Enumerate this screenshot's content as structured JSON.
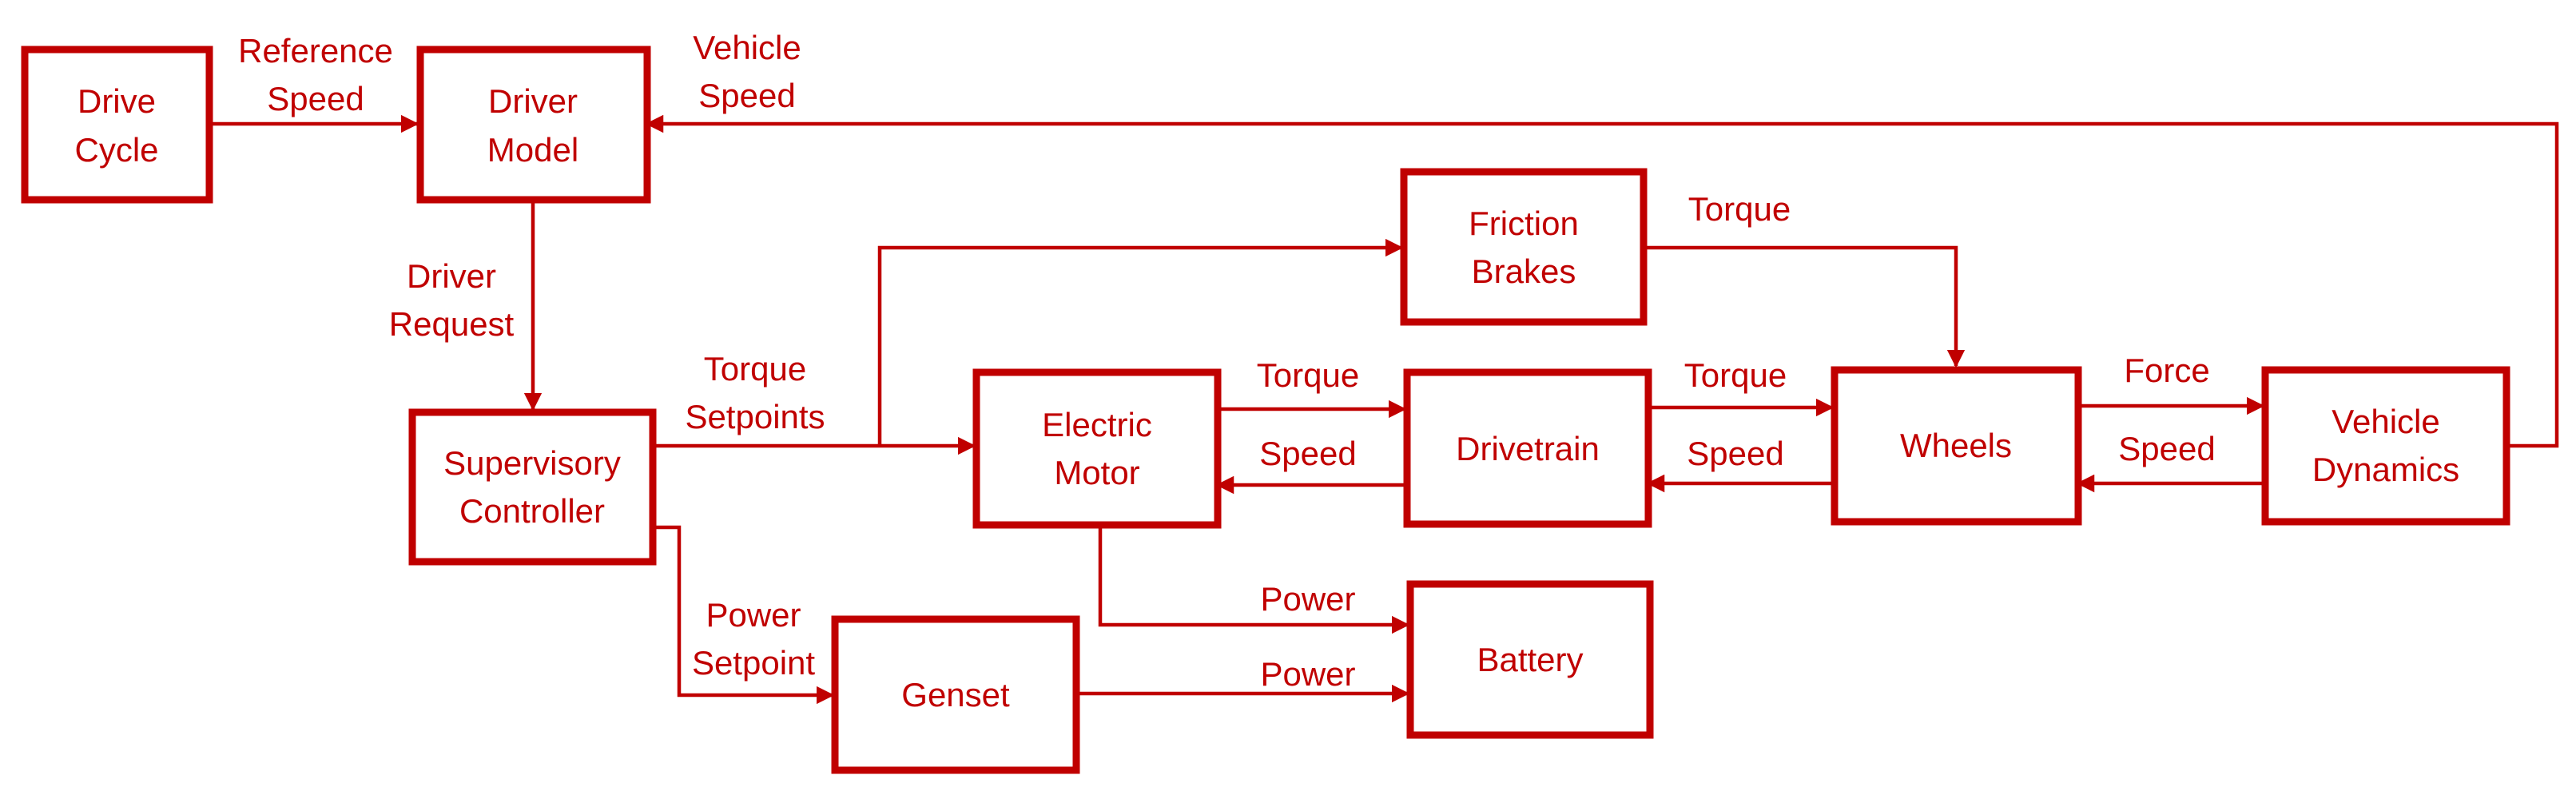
{
  "colors": {
    "accent": "#c00000",
    "background": "#ffffff"
  },
  "blocks": {
    "drive_cycle": [
      "Drive",
      "Cycle"
    ],
    "driver_model": [
      "Driver",
      "Model"
    ],
    "supervisory_controller": [
      "Supervisory",
      "Controller"
    ],
    "friction_brakes": [
      "Friction",
      "Brakes"
    ],
    "electric_motor": [
      "Electric",
      "Motor"
    ],
    "drivetrain": [
      "Drivetrain"
    ],
    "wheels": [
      "Wheels"
    ],
    "vehicle_dynamics": [
      "Vehicle",
      "Dynamics"
    ],
    "genset": [
      "Genset"
    ],
    "battery": [
      "Battery"
    ]
  },
  "signals": {
    "reference_speed": [
      "Reference",
      "Speed"
    ],
    "vehicle_speed": [
      "Vehicle",
      "Speed"
    ],
    "driver_request": [
      "Driver",
      "Request"
    ],
    "torque_setpoints": [
      "Torque",
      "Setpoints"
    ],
    "power_setpoint": [
      "Power",
      "Setpoint"
    ],
    "brake_torque": "Torque",
    "motor_torque": "Torque",
    "motor_speed": "Speed",
    "drivetrain_torque": "Torque",
    "drivetrain_speed": "Speed",
    "wheel_force": "Force",
    "wheel_speed": "Speed",
    "motor_power": "Power",
    "genset_power": "Power"
  }
}
